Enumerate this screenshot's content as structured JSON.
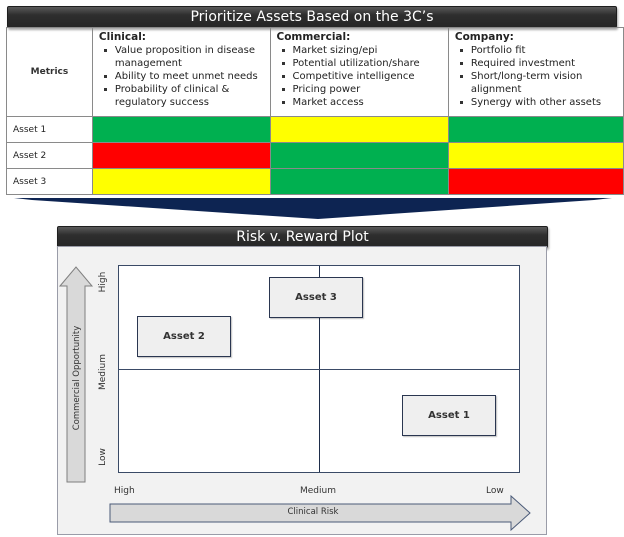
{
  "top": {
    "title": "Prioritize Assets Based on the 3C’s",
    "metrics_label": "Metrics",
    "columns": [
      {
        "title": "Clinical:",
        "bullets": [
          "Value proposition in disease management",
          "Ability to meet unmet needs",
          "Probability of clinical & regulatory success"
        ]
      },
      {
        "title": "Commercial:",
        "bullets": [
          "Market sizing/epi",
          "Potential utilization/share",
          "Competitive intelligence",
          "Pricing power",
          "Market access"
        ]
      },
      {
        "title": "Company:",
        "bullets": [
          "Portfolio fit",
          "Required investment",
          "Short/long-term vision alignment",
          "Synergy with other assets"
        ]
      }
    ],
    "rows": [
      {
        "label": "Asset 1",
        "ratings": [
          "green",
          "yellow",
          "green"
        ]
      },
      {
        "label": "Asset 2",
        "ratings": [
          "red",
          "green",
          "yellow"
        ]
      },
      {
        "label": "Asset 3",
        "ratings": [
          "yellow",
          "green",
          "red"
        ]
      }
    ],
    "rating_colors": {
      "green": "#00b050",
      "yellow": "#ffff00",
      "red": "#ff0000"
    }
  },
  "plot": {
    "title": "Risk v. Reward Plot",
    "y_axis_label": "Commercial Opportunity",
    "y_ticks": [
      "High",
      "Medium",
      "Low"
    ],
    "x_axis_label": "Clinical Risk",
    "x_ticks": [
      "High",
      "Medium",
      "Low"
    ],
    "assets": [
      {
        "label": "Asset 3",
        "clinical_risk": "Medium",
        "commercial_opportunity": "High"
      },
      {
        "label": "Asset 2",
        "clinical_risk": "High",
        "commercial_opportunity": "High-Medium"
      },
      {
        "label": "Asset 1",
        "clinical_risk": "Low",
        "commercial_opportunity": "Medium-Low"
      }
    ]
  },
  "colors": {
    "connector": "#0d2452",
    "title_bar": "#2e2e2e"
  }
}
